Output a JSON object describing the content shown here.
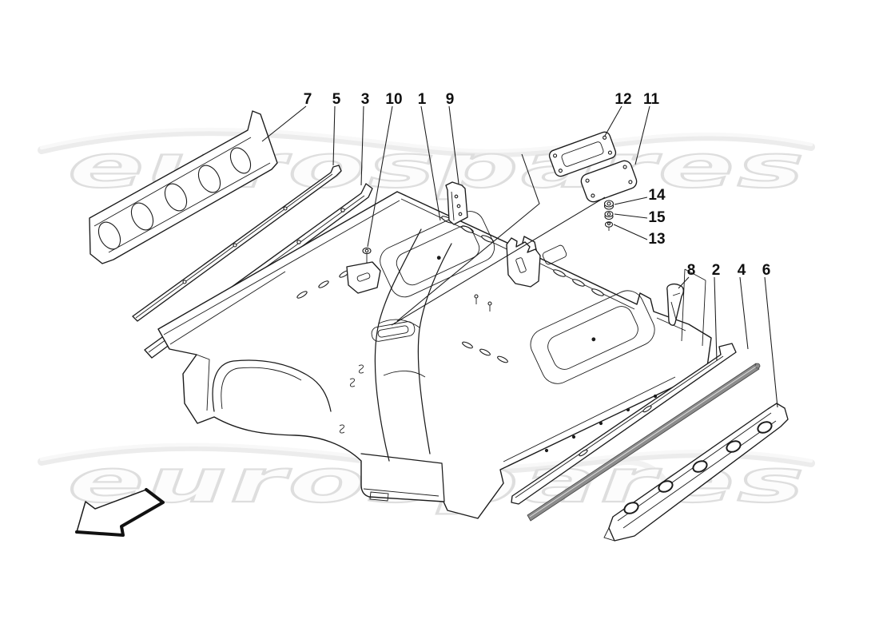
{
  "watermark": {
    "text": "eurospares",
    "outline_color": "#dedede",
    "fill_color": "#fcfcfc",
    "swoosh_color": "#ececec"
  },
  "diagram": {
    "line_color": "#1b1b1b",
    "background_color": "#ffffff",
    "shaded_strip_color": "#8c8c8c",
    "arrow_direction": "lower-left"
  },
  "callouts": [
    {
      "label": "7"
    },
    {
      "label": "5"
    },
    {
      "label": "3"
    },
    {
      "label": "10"
    },
    {
      "label": "1"
    },
    {
      "label": "9"
    },
    {
      "label": "12"
    },
    {
      "label": "11"
    },
    {
      "label": "14"
    },
    {
      "label": "15"
    },
    {
      "label": "13"
    },
    {
      "label": "8"
    },
    {
      "label": "2"
    },
    {
      "label": "4"
    },
    {
      "label": "6"
    }
  ]
}
